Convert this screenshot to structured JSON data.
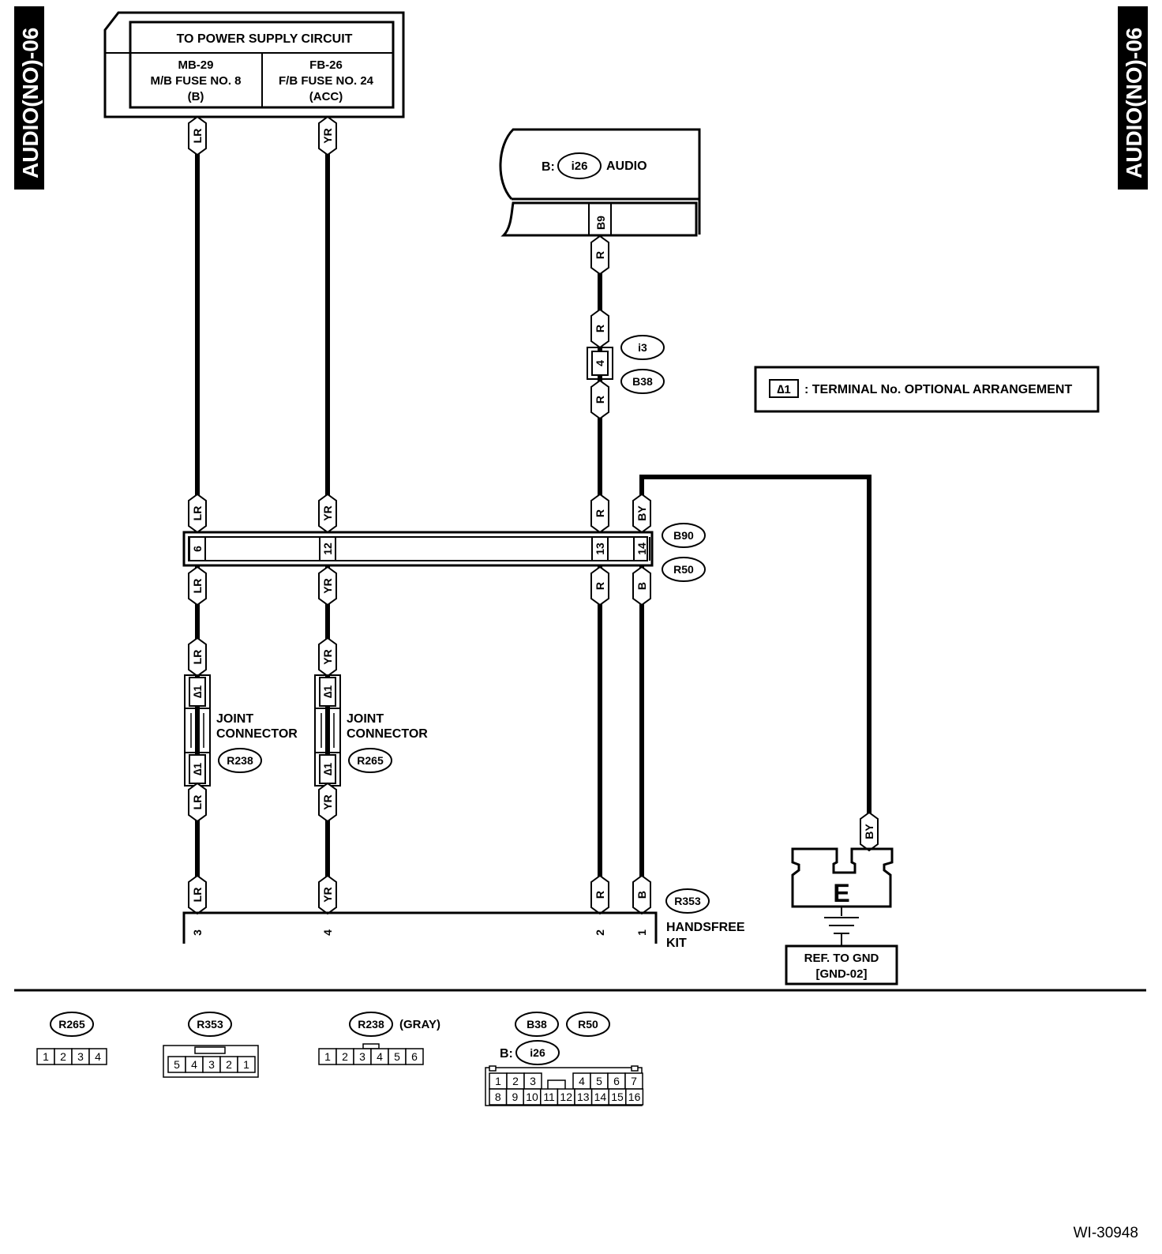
{
  "side_tab": "AUDIO(NO)-06",
  "figure_id": "WI-30948",
  "power_supply": {
    "title": "TO POWER SUPPLY CIRCUIT",
    "cell1": [
      "MB-29",
      "M/B FUSE NO. 8",
      "(B)"
    ],
    "cell2": [
      "FB-26",
      "F/B FUSE NO. 24",
      "(ACC)"
    ]
  },
  "audio": {
    "prefix": "B:",
    "connector": "i26",
    "label": "AUDIO",
    "pin": "B9"
  },
  "legend": {
    "mark": "∆1",
    "text": ": TERMINAL No. OPTIONAL ARRANGEMENT"
  },
  "wires": {
    "lr": "LR",
    "yr": "YR",
    "r": "R",
    "by": "BY",
    "b": "B"
  },
  "inline_connector": {
    "pin": "4",
    "top_id": "i3",
    "bottom_id": "B38"
  },
  "main_connector": {
    "top_id": "B90",
    "bottom_id": "R50",
    "pins": [
      "6",
      "12",
      "13",
      "14"
    ]
  },
  "joint_connectors": [
    {
      "label1": "JOINT",
      "label2": "CONNECTOR",
      "id": "R238",
      "mark": "∆1"
    },
    {
      "label1": "JOINT",
      "label2": "CONNECTOR",
      "id": "R265",
      "mark": "∆1"
    }
  ],
  "handsfree": {
    "id": "R353",
    "label1": "HANDSFREE",
    "label2": "KIT",
    "pins": [
      "3",
      "4",
      "2",
      "1"
    ]
  },
  "ground": {
    "symbol": "E",
    "ref1": "REF. TO GND",
    "ref2": "[GND-02]"
  },
  "bottom_connectors": {
    "r265": {
      "id": "R265",
      "pins": [
        "1",
        "2",
        "3",
        "4"
      ]
    },
    "r353": {
      "id": "R353",
      "pins": [
        "5",
        "4",
        "3",
        "2",
        "1"
      ]
    },
    "r238": {
      "id": "R238",
      "note": "(GRAY)",
      "pins": [
        "1",
        "2",
        "3",
        "4",
        "5",
        "6"
      ]
    },
    "b38": {
      "ids": [
        "B38",
        "R50"
      ],
      "prefix": "B:",
      "id2": "i26",
      "row1a": [
        "1",
        "2",
        "3"
      ],
      "row1b": [
        "4",
        "5",
        "6",
        "7"
      ],
      "row2": [
        "8",
        "9",
        "10",
        "11",
        "12",
        "13",
        "14",
        "15",
        "16"
      ]
    }
  }
}
